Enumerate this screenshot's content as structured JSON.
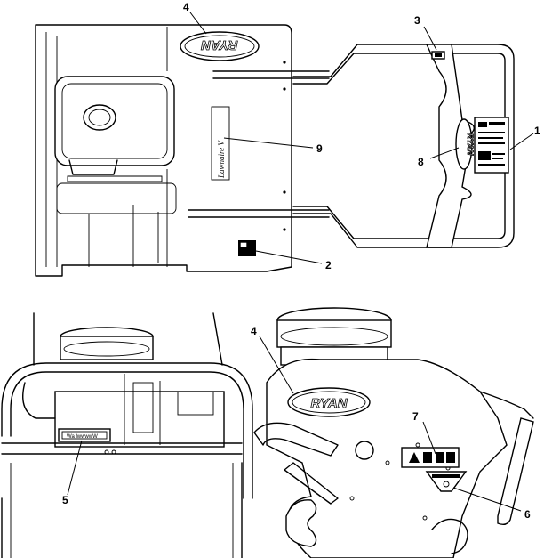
{
  "callouts": {
    "top": [
      "1",
      "2",
      "3",
      "4",
      "8",
      "9"
    ],
    "bottom_left": [
      "5"
    ],
    "bottom_right": [
      "4",
      "6",
      "7"
    ]
  },
  "labels": {
    "brand_logo": "RYAN",
    "model_decal": "Lawnaire V",
    "serial_plate": "Wa lwwwwW"
  }
}
